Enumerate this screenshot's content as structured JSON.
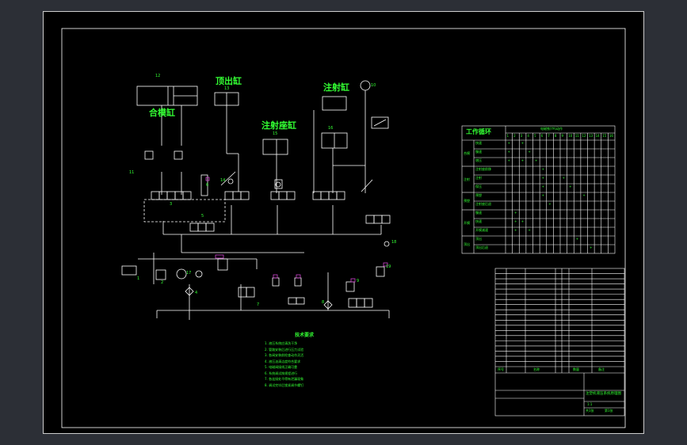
{
  "colors": {
    "line": "#ffffff",
    "text": "#33ff33",
    "accent": "#cc44cc",
    "background": "#000000",
    "margin": "#2c2f36"
  },
  "labels": {
    "cyl_12_num": "12",
    "mold_cyl": "合模缸",
    "eject_cyl": "顶出缸",
    "eject_num": "13",
    "inject_cyl": "注射缸",
    "inject_num": "16",
    "seat_cyl": "注射座缸",
    "seat_num": "15",
    "pump_num": "10",
    "throttle_11": "11",
    "throttle_14": "14",
    "v_18": "18",
    "n_1": "1",
    "n_2": "2",
    "n_3": "3",
    "n_4": "4",
    "n_5": "5",
    "n_6": "6",
    "n_7": "7",
    "n_8": "8",
    "n_9": "9",
    "n_17": "17",
    "n_19": "19",
    "tech_title": "技术要求"
  },
  "tech_requirements": [
    "1. 液压系统应清洗干净",
    "2. 管路安装后进行压力试验",
    "3. 各阀安装前检查动作灵活",
    "4. 液压油清洁度符合要求",
    "5. 电磁阀接线正确可靠",
    "6. 系统调试按规程进行",
    "7. 各连接处不得有泄漏现象",
    "8. 调试完毕后锁紧调节螺钉"
  ],
  "cycle_table": {
    "title": "工作循环",
    "header": "电磁铁(YA)动作",
    "cols": [
      "1",
      "2",
      "3",
      "4",
      "5",
      "6",
      "7",
      "8",
      "9",
      "10",
      "11",
      "12",
      "13",
      "14",
      "15",
      "16"
    ],
    "groups": [
      "合模",
      "注射",
      "预塑",
      "开模",
      "顶出"
    ],
    "rows": [
      "快速",
      "慢速",
      "增压",
      "注射座前移",
      "注射",
      "保压",
      "预塑",
      "注射座后退",
      "慢速",
      "快速",
      "开模减速",
      "顶出",
      "顶出后退"
    ],
    "mark": "+",
    "marks": [
      [
        1,
        3
      ],
      [
        1,
        4
      ],
      [
        1,
        3,
        5
      ],
      [
        6
      ],
      [
        6,
        9
      ],
      [
        6,
        10
      ],
      [
        6,
        12
      ],
      [
        7
      ],
      [
        2
      ],
      [
        2,
        3
      ],
      [
        2,
        4
      ],
      [
        11
      ],
      [
        13
      ]
    ]
  },
  "title_block": {
    "rows": 19,
    "col_seq": "序号",
    "col_name": "名称",
    "col_qty": "数量",
    "col_note": "备注",
    "drawing_name": "注塑机液压系统原理图",
    "scale": "1:1",
    "sheet_a": "共1张",
    "sheet_b": "第1张"
  }
}
